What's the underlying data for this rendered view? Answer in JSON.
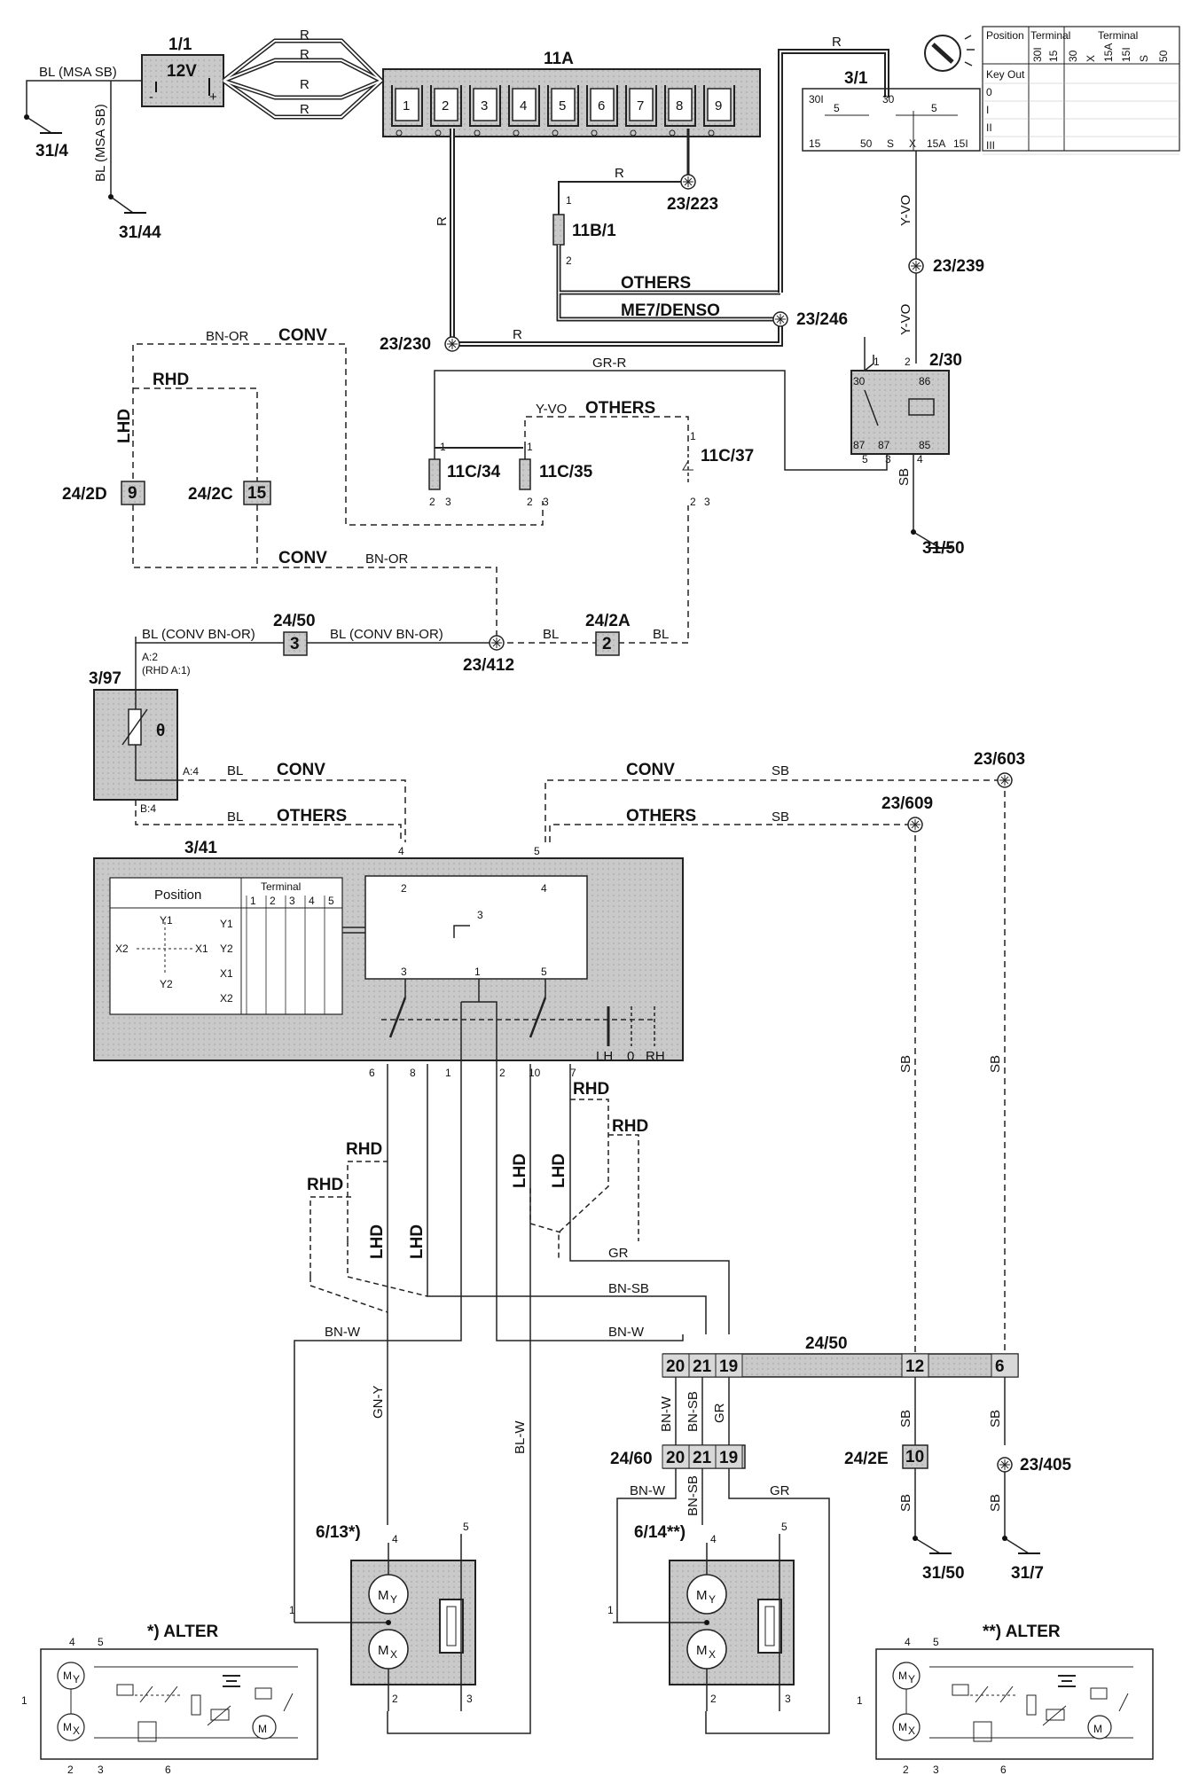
{
  "components": {
    "battery": "1/1",
    "battery_v": "12V",
    "fusebox": "11A",
    "fuses": [
      "1",
      "2",
      "3",
      "4",
      "5",
      "6",
      "7",
      "8",
      "9"
    ],
    "ignition": "3/1",
    "relay": "2/30",
    "fuse_b": "11B/1",
    "fuse_c34": "11C/34",
    "fuse_c35": "11C/35",
    "fuse_c37": "11C/37",
    "sensor": "3/97",
    "switch": "3/41",
    "motor_l": "6/13*)",
    "motor_r": "6/14**)",
    "alter_l": "*) ALTER",
    "alter_r": "**) ALTER"
  },
  "grounds": [
    "31/4",
    "31/44",
    "31/50",
    "31/50",
    "31/7"
  ],
  "splices": [
    "23/223",
    "23/230",
    "23/246",
    "23/239",
    "23/412",
    "23/603",
    "23/609",
    "23/405"
  ],
  "connectors": {
    "c24_2d": "24/2D",
    "c24_2d_pin": "9",
    "c24_2c": "24/2C",
    "c24_2c_pin": "15",
    "c24_50": "24/50",
    "c24_50_pin": "3",
    "c24_2a": "24/2A",
    "c24_2a_pin": "2",
    "bar_a": "24/50",
    "bar_a_pins": [
      "20",
      "21",
      "19",
      "12",
      "6"
    ],
    "bar_b": "24/60",
    "bar_b_pins": [
      "20",
      "21",
      "19"
    ],
    "c24_2e": "24/2E",
    "c24_2e_pin": "10"
  },
  "wires": {
    "r": "R",
    "bl_msa": "BL (MSA SB)",
    "yvo": "Y-VO",
    "grr": "GR-R",
    "bnor": "BN-OR",
    "sb": "SB",
    "bl": "BL",
    "bl_conv": "BL (CONV BN-OR)",
    "gr": "GR",
    "bnsb": "BN-SB",
    "bnw": "BN-W",
    "gny": "GN-Y",
    "blw": "BL-W"
  },
  "variants": {
    "conv": "CONV",
    "others": "OTHERS",
    "rhd": "RHD",
    "lhd": "LHD",
    "me7": "ME7/DENSO",
    "rhd_a1": "(RHD A:1)"
  },
  "ign_table": {
    "h_pos": "Position",
    "h_term": "Terminal",
    "cols_a": [
      "30I",
      "15"
    ],
    "cols_b": [
      "30",
      "X",
      "15A",
      "15I",
      "S",
      "50"
    ],
    "rows": [
      "Key Out",
      "0",
      "I",
      "II",
      "III"
    ]
  },
  "sw_table": {
    "h_pos": "Position",
    "h_term": "Terminal",
    "cols": [
      "1",
      "2",
      "3",
      "4",
      "5"
    ],
    "rows": [
      "Y1",
      "Y2",
      "X1",
      "X2"
    ]
  },
  "pins": {
    "ign": [
      "30I",
      "5",
      "30",
      "5",
      "15",
      "50",
      "S",
      "X",
      "15A",
      "15I"
    ],
    "relay": [
      "1",
      "2",
      "30",
      "86",
      "87",
      "87",
      "85",
      "5",
      "3",
      "4"
    ],
    "sensor": [
      "A:2",
      "A:4",
      "B:4"
    ],
    "sw_top": [
      "4",
      "5",
      "2",
      "4",
      "3",
      "1",
      "5"
    ],
    "sw_bot": [
      "6",
      "8",
      "1",
      "2",
      "10",
      "7"
    ],
    "sw_pos": [
      "LH",
      "0",
      "RH"
    ],
    "motor": [
      "4",
      "5",
      "1",
      "2",
      "3"
    ],
    "fuse": [
      "1",
      "2",
      "3"
    ]
  },
  "motor_letters": [
    "M",
    "Y",
    "X"
  ]
}
